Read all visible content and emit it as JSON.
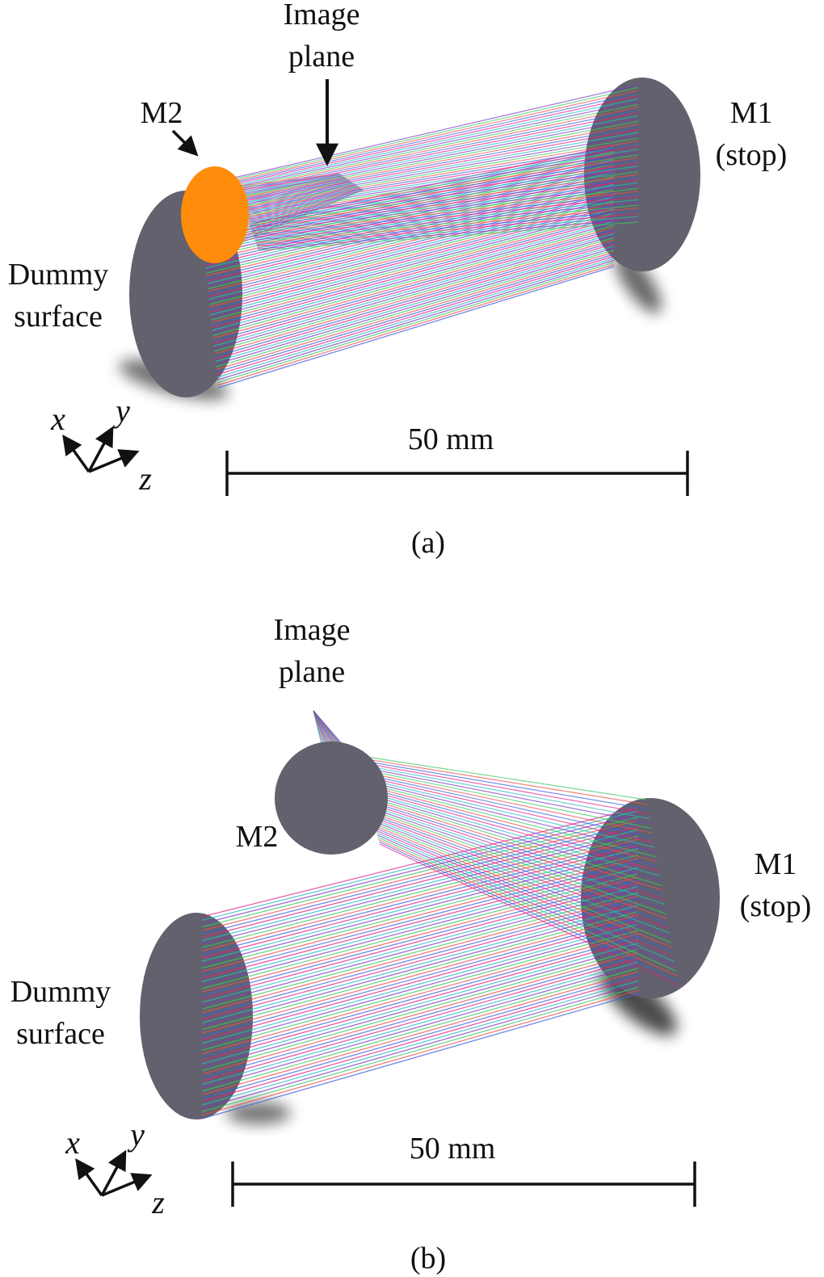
{
  "panels": [
    {
      "id": "a",
      "caption": "(a)",
      "labels": {
        "image_plane_line1": "Image",
        "image_plane_line2": "plane",
        "m2": "M2",
        "m1_line1": "M1",
        "m1_line2": "(stop)",
        "dummy_line1": "Dummy",
        "dummy_line2": "surface"
      },
      "scale_bar": "50 mm",
      "axes": {
        "x": "x",
        "y": "y",
        "z": "z"
      }
    },
    {
      "id": "b",
      "caption": "(b)",
      "labels": {
        "image_plane_line1": "Image",
        "image_plane_line2": "plane",
        "m2": "M2",
        "m1_line1": "M1",
        "m1_line2": "(stop)",
        "dummy_line1": "Dummy",
        "dummy_line2": "surface"
      },
      "scale_bar": "50 mm",
      "axes": {
        "x": "x",
        "y": "y",
        "z": "z"
      }
    }
  ],
  "colors": {
    "surface": "#62616d",
    "m2_highlight": "#ff8c0a",
    "rays": [
      "#e0208c",
      "#2ab8c8",
      "#7a3cc8",
      "#3cc860",
      "#e85050",
      "#4060e0"
    ]
  }
}
